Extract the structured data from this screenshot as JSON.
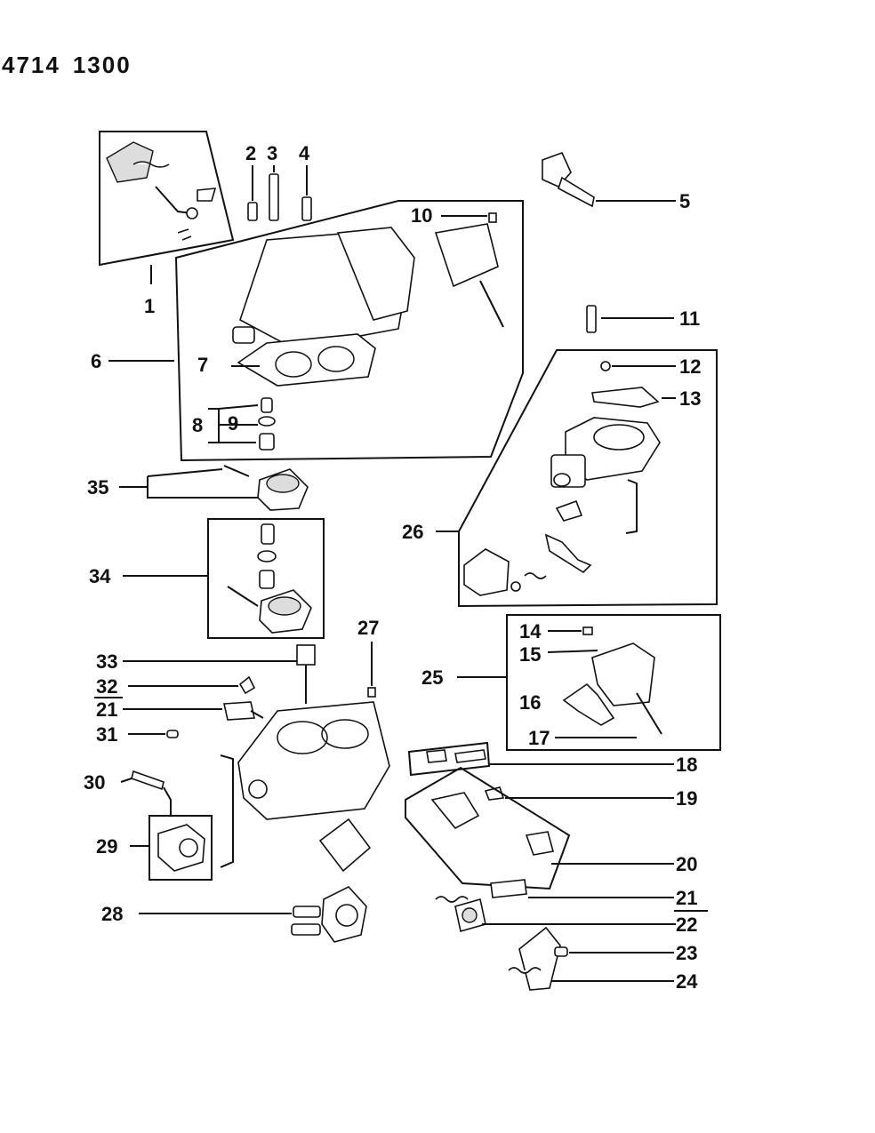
{
  "document": {
    "number_part1": "4714",
    "number_part2": "1300"
  },
  "callouts": [
    {
      "id": "c1",
      "label": "1"
    },
    {
      "id": "c2",
      "label": "2"
    },
    {
      "id": "c3",
      "label": "3"
    },
    {
      "id": "c4",
      "label": "4"
    },
    {
      "id": "c5",
      "label": "5"
    },
    {
      "id": "c6",
      "label": "6"
    },
    {
      "id": "c7",
      "label": "7"
    },
    {
      "id": "c8",
      "label": "8"
    },
    {
      "id": "c9",
      "label": "9"
    },
    {
      "id": "c10",
      "label": "10"
    },
    {
      "id": "c11",
      "label": "11"
    },
    {
      "id": "c12",
      "label": "12"
    },
    {
      "id": "c13",
      "label": "13"
    },
    {
      "id": "c14",
      "label": "14"
    },
    {
      "id": "c15",
      "label": "15"
    },
    {
      "id": "c16",
      "label": "16"
    },
    {
      "id": "c17",
      "label": "17"
    },
    {
      "id": "c18",
      "label": "18"
    },
    {
      "id": "c19",
      "label": "19"
    },
    {
      "id": "c20",
      "label": "20"
    },
    {
      "id": "c21a",
      "label": "21"
    },
    {
      "id": "c21b",
      "label": "21"
    },
    {
      "id": "c22",
      "label": "22"
    },
    {
      "id": "c23",
      "label": "23"
    },
    {
      "id": "c24",
      "label": "24"
    },
    {
      "id": "c25",
      "label": "25"
    },
    {
      "id": "c26",
      "label": "26"
    },
    {
      "id": "c27",
      "label": "27"
    },
    {
      "id": "c28",
      "label": "28"
    },
    {
      "id": "c29",
      "label": "29"
    },
    {
      "id": "c30",
      "label": "30"
    },
    {
      "id": "c31",
      "label": "31"
    },
    {
      "id": "c32",
      "label": "32"
    },
    {
      "id": "c33",
      "label": "33"
    },
    {
      "id": "c34",
      "label": "34"
    },
    {
      "id": "c35",
      "label": "35"
    }
  ]
}
